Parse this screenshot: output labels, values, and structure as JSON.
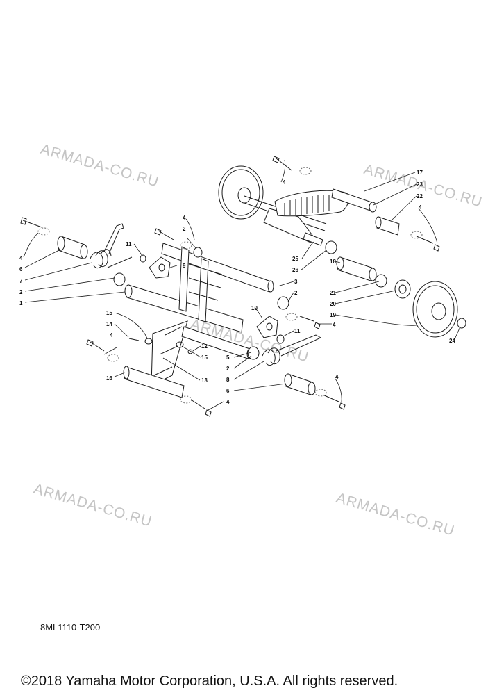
{
  "watermarks": [
    "ARMADA-CO.RU",
    "ARMADA-CO.RU",
    "ARMADA-CO.RU",
    "ARMADA-CO.RU",
    "ARMADA-CO.RU"
  ],
  "callouts": [
    "4",
    "6",
    "7",
    "2",
    "1",
    "15",
    "14",
    "4",
    "16",
    "11",
    "2",
    "4",
    "9",
    "3",
    "2",
    "10",
    "11",
    "4",
    "12",
    "15",
    "13",
    "5",
    "2",
    "8",
    "6",
    "4",
    "4",
    "4",
    "17",
    "23",
    "22",
    "4",
    "25",
    "26",
    "18",
    "21",
    "20",
    "19",
    "24"
  ],
  "diagram_code": "8ML1110-T200",
  "copyright": "©2018 Yamaha Motor Corporation, U.S.A. All rights reserved."
}
